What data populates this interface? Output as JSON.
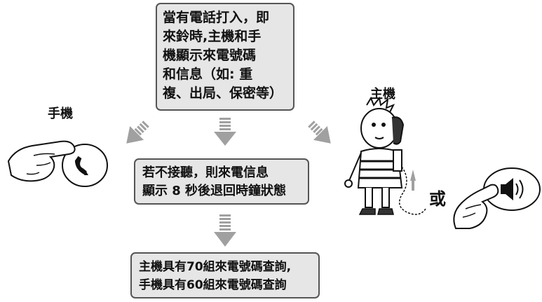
{
  "top_box": {
    "lines": [
      "當有電話打入，即",
      "來鈴時,主機和手",
      "機顯示來電號碼",
      "和信息（如: 重",
      "複、出局、保密等）"
    ]
  },
  "middle_box": {
    "lines": [
      "若不接聽，則來電信息",
      "顯示 8 秒後退回時鐘狀態"
    ]
  },
  "bottom_box": {
    "lines": [
      "主機具有70組來電號碼查詢,",
      "手機具有60組來電號碼查詢"
    ]
  },
  "labels": {
    "handset": "手機",
    "base": "主機",
    "or": "或"
  },
  "colors": {
    "box_fill": "#e6e6e6",
    "box_border": "#555555",
    "arrow": "#a0a0a0"
  },
  "icons": [
    "hand-press-icon",
    "call-button-icon",
    "speaker-button-icon",
    "boy-on-phone-icon"
  ]
}
